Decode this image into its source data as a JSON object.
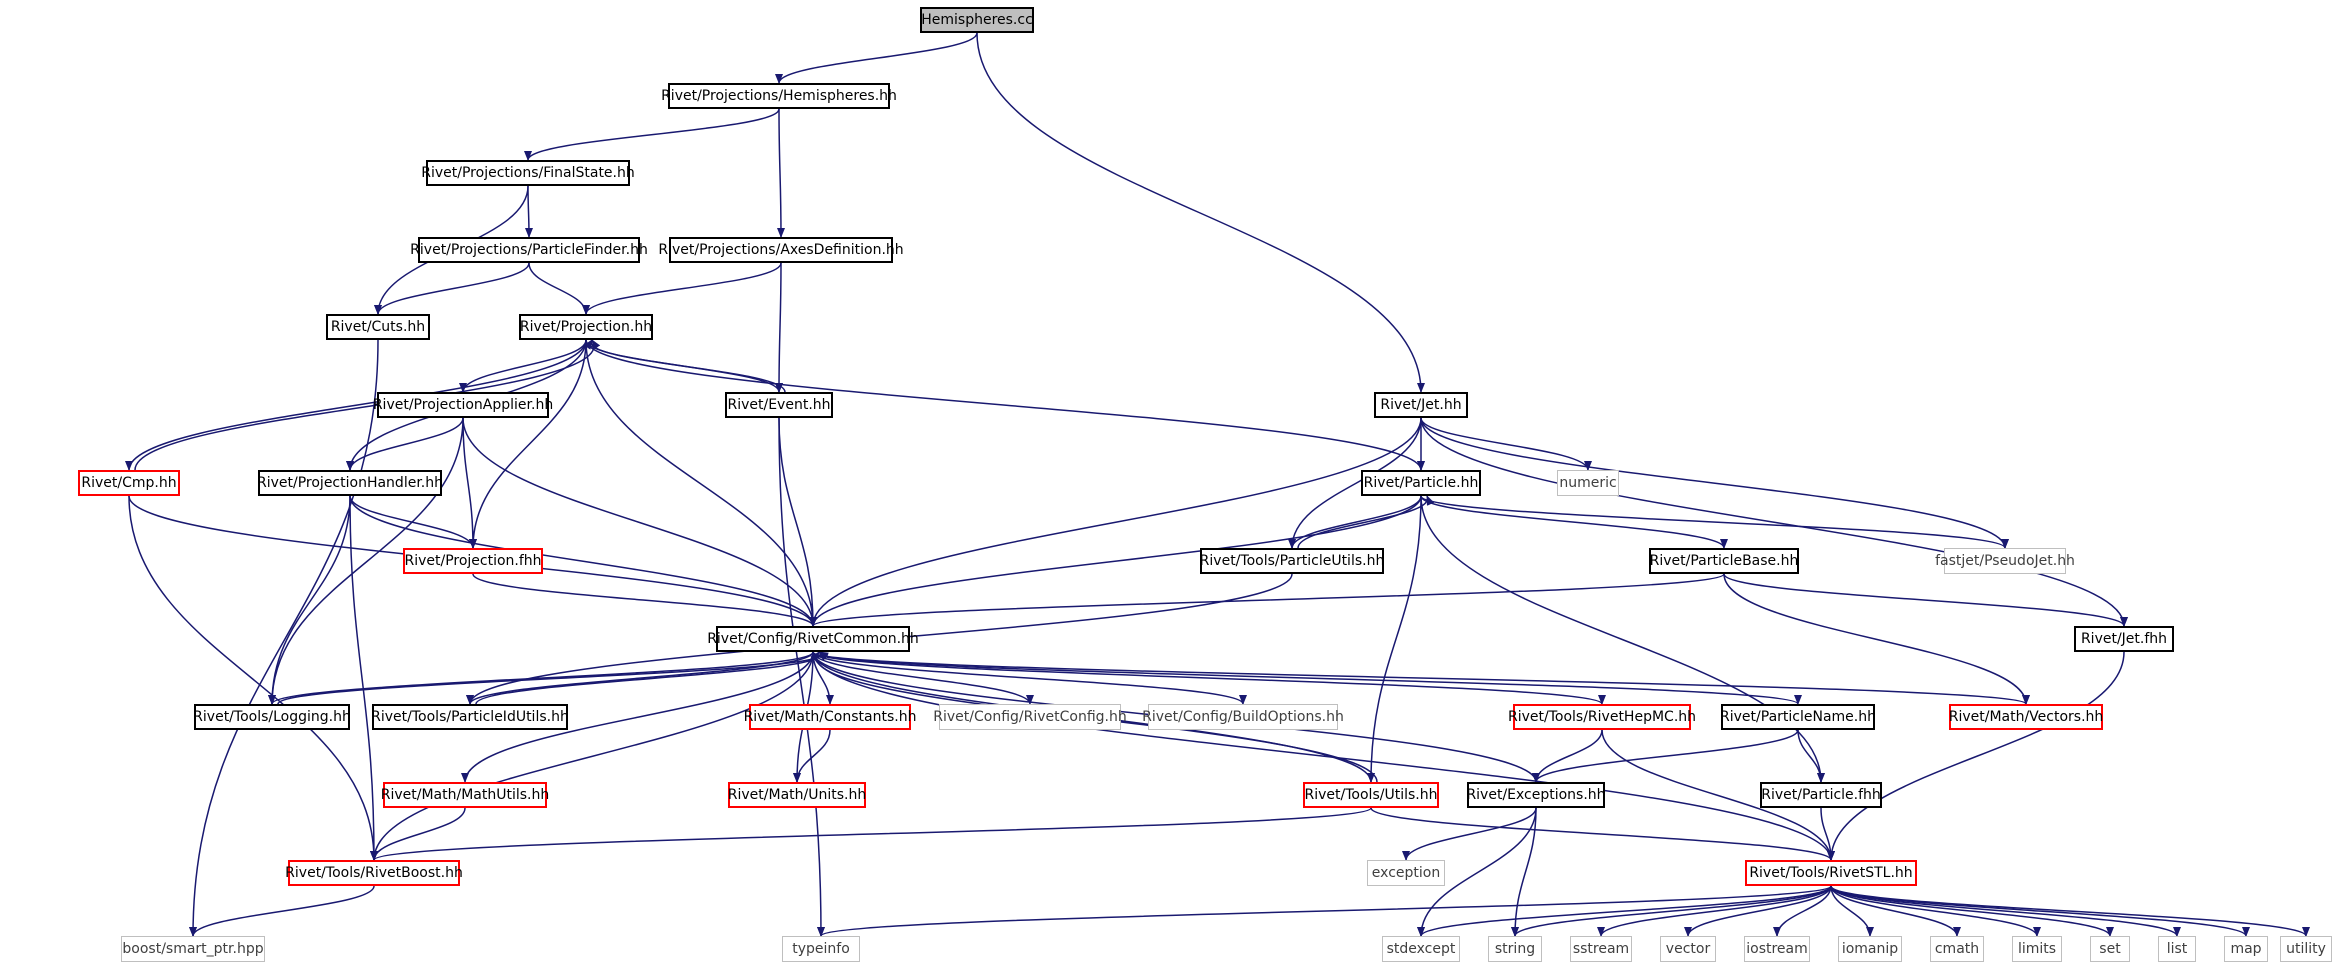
{
  "diagram": {
    "title": "Hemispheres.cc",
    "nodes": [
      {
        "id": "hemcc",
        "label": "Hemispheres.cc",
        "style": "root"
      },
      {
        "id": "hemhh",
        "label": "Rivet/Projections/Hemispheres.hh",
        "style": "black"
      },
      {
        "id": "fs",
        "label": "Rivet/Projections/FinalState.hh",
        "style": "black"
      },
      {
        "id": "pf",
        "label": "Rivet/Projections/ParticleFinder.hh",
        "style": "black"
      },
      {
        "id": "axes",
        "label": "Rivet/Projections/AxesDefinition.hh",
        "style": "black"
      },
      {
        "id": "cuts",
        "label": "Rivet/Cuts.hh",
        "style": "black"
      },
      {
        "id": "proj",
        "label": "Rivet/Projection.hh",
        "style": "black"
      },
      {
        "id": "projapp",
        "label": "Rivet/ProjectionApplier.hh",
        "style": "black"
      },
      {
        "id": "event",
        "label": "Rivet/Event.hh",
        "style": "black"
      },
      {
        "id": "jet",
        "label": "Rivet/Jet.hh",
        "style": "black"
      },
      {
        "id": "cmp",
        "label": "Rivet/Cmp.hh",
        "style": "red"
      },
      {
        "id": "projhandler",
        "label": "Rivet/ProjectionHandler.hh",
        "style": "black"
      },
      {
        "id": "particle",
        "label": "Rivet/Particle.hh",
        "style": "black"
      },
      {
        "id": "numeric",
        "label": "numeric",
        "style": "grey"
      },
      {
        "id": "projfhh",
        "label": "Rivet/Projection.fhh",
        "style": "red"
      },
      {
        "id": "putils",
        "label": "Rivet/Tools/ParticleUtils.hh",
        "style": "black"
      },
      {
        "id": "pbase",
        "label": "Rivet/ParticleBase.hh",
        "style": "black"
      },
      {
        "id": "pseudojet",
        "label": "fastjet/PseudoJet.hh",
        "style": "grey"
      },
      {
        "id": "common",
        "label": "Rivet/Config/RivetCommon.hh",
        "style": "black"
      },
      {
        "id": "jetfhh",
        "label": "Rivet/Jet.fhh",
        "style": "black"
      },
      {
        "id": "logging",
        "label": "Rivet/Tools/Logging.hh",
        "style": "black"
      },
      {
        "id": "pidutils",
        "label": "Rivet/Tools/ParticleIdUtils.hh",
        "style": "black"
      },
      {
        "id": "constants",
        "label": "Rivet/Math/Constants.hh",
        "style": "red"
      },
      {
        "id": "rconfig",
        "label": "Rivet/Config/RivetConfig.hh",
        "style": "grey"
      },
      {
        "id": "buildopt",
        "label": "Rivet/Config/BuildOptions.hh",
        "style": "grey"
      },
      {
        "id": "hepmc",
        "label": "Rivet/Tools/RivetHepMC.hh",
        "style": "red"
      },
      {
        "id": "pname",
        "label": "Rivet/ParticleName.hh",
        "style": "black"
      },
      {
        "id": "vectors",
        "label": "Rivet/Math/Vectors.hh",
        "style": "red"
      },
      {
        "id": "mathutils",
        "label": "Rivet/Math/MathUtils.hh",
        "style": "red"
      },
      {
        "id": "units",
        "label": "Rivet/Math/Units.hh",
        "style": "red"
      },
      {
        "id": "utils",
        "label": "Rivet/Tools/Utils.hh",
        "style": "red"
      },
      {
        "id": "exceptions",
        "label": "Rivet/Exceptions.hh",
        "style": "black"
      },
      {
        "id": "pfhh",
        "label": "Rivet/Particle.fhh",
        "style": "black"
      },
      {
        "id": "boost",
        "label": "Rivet/Tools/RivetBoost.hh",
        "style": "red"
      },
      {
        "id": "exception",
        "label": "exception",
        "style": "grey"
      },
      {
        "id": "stl",
        "label": "Rivet/Tools/RivetSTL.hh",
        "style": "red"
      },
      {
        "id": "smartptr",
        "label": "boost/smart_ptr.hpp",
        "style": "grey"
      },
      {
        "id": "typeinfo",
        "label": "typeinfo",
        "style": "grey"
      },
      {
        "id": "stdexcept",
        "label": "stdexcept",
        "style": "grey"
      },
      {
        "id": "string",
        "label": "string",
        "style": "grey"
      },
      {
        "id": "sstream",
        "label": "sstream",
        "style": "grey"
      },
      {
        "id": "vector",
        "label": "vector",
        "style": "grey"
      },
      {
        "id": "iostream",
        "label": "iostream",
        "style": "grey"
      },
      {
        "id": "iomanip",
        "label": "iomanip",
        "style": "grey"
      },
      {
        "id": "cmath",
        "label": "cmath",
        "style": "grey"
      },
      {
        "id": "limits",
        "label": "limits",
        "style": "grey"
      },
      {
        "id": "set",
        "label": "set",
        "style": "grey"
      },
      {
        "id": "list",
        "label": "list",
        "style": "grey"
      },
      {
        "id": "map",
        "label": "map",
        "style": "grey"
      },
      {
        "id": "utility",
        "label": "utility",
        "style": "grey"
      }
    ],
    "edges": [
      [
        "hemcc",
        "hemhh"
      ],
      [
        "hemcc",
        "jet"
      ],
      [
        "hemhh",
        "fs"
      ],
      [
        "hemhh",
        "axes"
      ],
      [
        "fs",
        "pf"
      ],
      [
        "fs",
        "cuts"
      ],
      [
        "pf",
        "cuts"
      ],
      [
        "pf",
        "proj"
      ],
      [
        "axes",
        "proj"
      ],
      [
        "axes",
        "event"
      ],
      [
        "cuts",
        "smartptr"
      ],
      [
        "proj",
        "projapp"
      ],
      [
        "proj",
        "event"
      ],
      [
        "proj",
        "projhandler"
      ],
      [
        "proj",
        "cmp"
      ],
      [
        "proj",
        "projfhh"
      ],
      [
        "proj",
        "common"
      ],
      [
        "proj",
        "particle"
      ],
      [
        "event",
        "proj"
      ],
      [
        "event",
        "common"
      ],
      [
        "event",
        "typeinfo"
      ],
      [
        "cmp",
        "proj"
      ],
      [
        "cmp",
        "common"
      ],
      [
        "cmp",
        "boost"
      ],
      [
        "projapp",
        "projhandler"
      ],
      [
        "projapp",
        "projfhh"
      ],
      [
        "projapp",
        "common"
      ],
      [
        "projapp",
        "logging"
      ],
      [
        "projhandler",
        "projfhh"
      ],
      [
        "projhandler",
        "common"
      ],
      [
        "projhandler",
        "logging"
      ],
      [
        "projhandler",
        "boost"
      ],
      [
        "projfhh",
        "common"
      ],
      [
        "jet",
        "particle"
      ],
      [
        "jet",
        "numeric"
      ],
      [
        "jet",
        "pseudojet"
      ],
      [
        "jet",
        "putils"
      ],
      [
        "jet",
        "common"
      ],
      [
        "jet",
        "jetfhh"
      ],
      [
        "particle",
        "putils"
      ],
      [
        "particle",
        "pbase"
      ],
      [
        "particle",
        "pseudojet"
      ],
      [
        "particle",
        "common"
      ],
      [
        "particle",
        "utils"
      ],
      [
        "particle",
        "pfhh"
      ],
      [
        "putils",
        "particle"
      ],
      [
        "putils",
        "pidutils"
      ],
      [
        "pbase",
        "common"
      ],
      [
        "pbase",
        "jetfhh"
      ],
      [
        "pbase",
        "vectors"
      ],
      [
        "common",
        "logging"
      ],
      [
        "common",
        "pidutils"
      ],
      [
        "common",
        "mathutils"
      ],
      [
        "common",
        "constants"
      ],
      [
        "common",
        "units"
      ],
      [
        "common",
        "rconfig"
      ],
      [
        "common",
        "buildopt"
      ],
      [
        "common",
        "hepmc"
      ],
      [
        "common",
        "pname"
      ],
      [
        "common",
        "vectors"
      ],
      [
        "common",
        "utils"
      ],
      [
        "common",
        "exceptions"
      ],
      [
        "common",
        "stl"
      ],
      [
        "common",
        "boost"
      ],
      [
        "logging",
        "common"
      ],
      [
        "pidutils",
        "common"
      ],
      [
        "constants",
        "units"
      ],
      [
        "mathutils",
        "boost"
      ],
      [
        "utils",
        "common"
      ],
      [
        "utils",
        "boost"
      ],
      [
        "utils",
        "stl"
      ],
      [
        "hepmc",
        "exceptions"
      ],
      [
        "hepmc",
        "stl"
      ],
      [
        "pname",
        "exceptions"
      ],
      [
        "pname",
        "pfhh"
      ],
      [
        "pfhh",
        "stl"
      ],
      [
        "jetfhh",
        "stl"
      ],
      [
        "exceptions",
        "exception"
      ],
      [
        "exceptions",
        "stdexcept"
      ],
      [
        "exceptions",
        "string"
      ],
      [
        "boost",
        "smartptr"
      ],
      [
        "stl",
        "typeinfo"
      ],
      [
        "stl",
        "stdexcept"
      ],
      [
        "stl",
        "string"
      ],
      [
        "stl",
        "sstream"
      ],
      [
        "stl",
        "vector"
      ],
      [
        "stl",
        "iostream"
      ],
      [
        "stl",
        "iomanip"
      ],
      [
        "stl",
        "cmath"
      ],
      [
        "stl",
        "limits"
      ],
      [
        "stl",
        "set"
      ],
      [
        "stl",
        "list"
      ],
      [
        "stl",
        "map"
      ],
      [
        "stl",
        "utility"
      ]
    ]
  }
}
